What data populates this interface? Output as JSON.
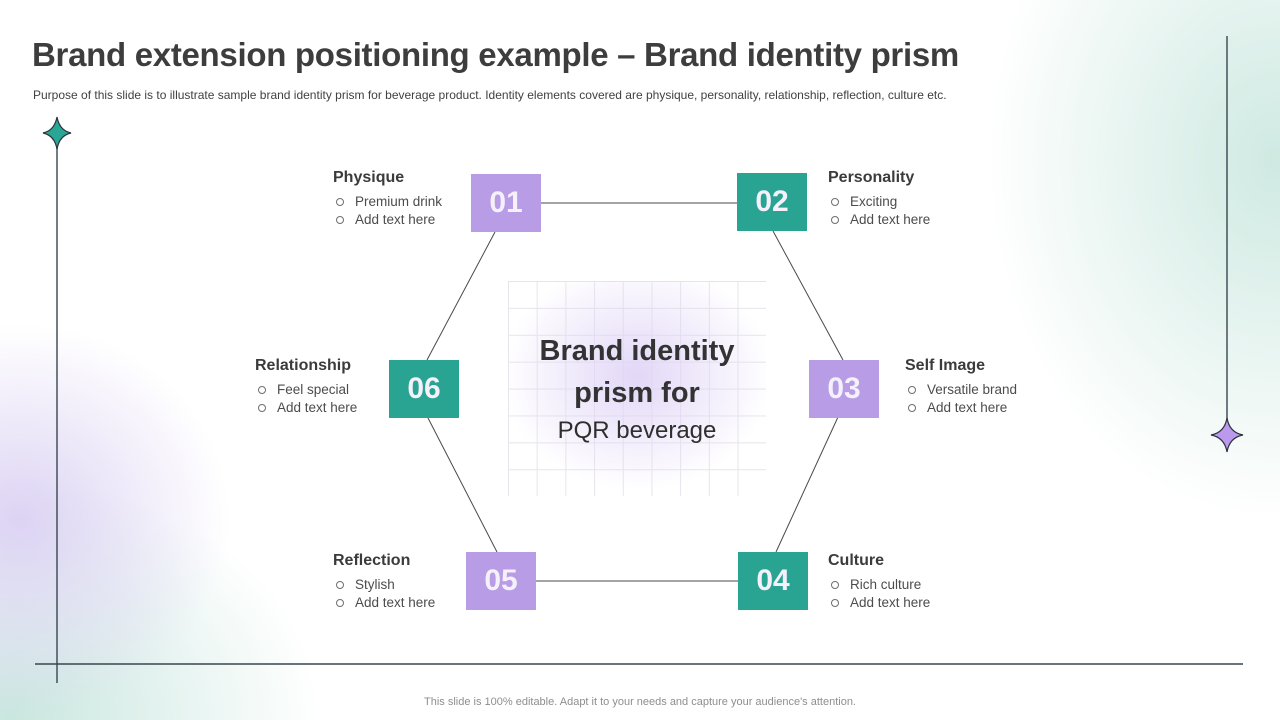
{
  "slide": {
    "title": "Brand extension positioning example – Brand identity prism",
    "subtitle": "Purpose of this slide is to illustrate sample brand identity prism for beverage product. Identity elements covered are physique, personality, relationship, reflection, culture etc.",
    "footer": "This slide is 100% editable. Adapt it to your needs and capture your audience's attention."
  },
  "center": {
    "heading": "Brand identity prism for",
    "subheading": "PQR beverage"
  },
  "nodes": [
    {
      "number": "01",
      "title": "Physique",
      "bullets": [
        "Premium drink",
        "Add text here"
      ],
      "color_key": "purple"
    },
    {
      "number": "02",
      "title": "Personality",
      "bullets": [
        "Exciting",
        "Add text here"
      ],
      "color_key": "teal"
    },
    {
      "number": "03",
      "title": "Self Image",
      "bullets": [
        "Versatile brand",
        "Add text here"
      ],
      "color_key": "purple"
    },
    {
      "number": "04",
      "title": "Culture",
      "bullets": [
        "Rich culture",
        "Add text here"
      ],
      "color_key": "teal"
    },
    {
      "number": "05",
      "title": "Reflection",
      "bullets": [
        "Stylish",
        "Add text here"
      ],
      "color_key": "purple"
    },
    {
      "number": "06",
      "title": "Relationship",
      "bullets": [
        "Feel special",
        "Add text here"
      ],
      "color_key": "teal"
    }
  ],
  "colors": {
    "purple": "#b89ce6",
    "teal": "#29a392",
    "star_teal": "#2aa794",
    "star_purple": "#bb99ec",
    "rule_line": "#37474f",
    "connector": "#4a4a4a"
  },
  "decorations": {
    "left_icon": "sparkle-star",
    "right_icon": "sparkle-star"
  }
}
